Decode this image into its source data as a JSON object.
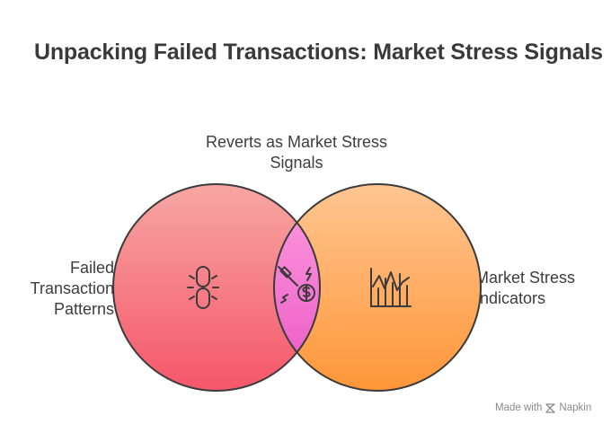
{
  "title": "Unpacking Failed Transactions: Market Stress Signals",
  "sets": {
    "left": {
      "lines": [
        "Failed",
        "Transaction",
        "Patterns"
      ],
      "icon": "broken-chain-icon",
      "color_top": "#f7a7a3",
      "color_bottom": "#f6566a"
    },
    "right": {
      "lines": [
        "Market Stress",
        "Indicators"
      ],
      "icon": "bar-chart-zigzag-icon",
      "color_top": "#ffc692",
      "color_bottom": "#ff9638"
    },
    "intersection": {
      "lines": [
        "Reverts as Market Stress",
        "Signals"
      ],
      "icon": "dollar-lightning-icon",
      "color_top": "#ff9ee0",
      "color_bottom": "#ea55c4"
    }
  },
  "credit": {
    "prefix": "Made with",
    "brand": "Napkin"
  },
  "outline_color": "#3b3b3b"
}
